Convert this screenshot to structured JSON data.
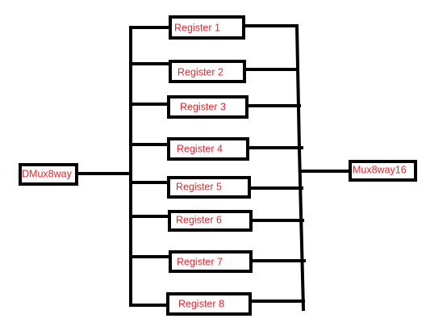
{
  "diagram": {
    "colors": {
      "line": "#000000",
      "label": "#e8242a",
      "background": "#ffffff"
    },
    "left_block": {
      "label": "DMux8way"
    },
    "right_block": {
      "label": "Mux8way16"
    },
    "registers": [
      {
        "label": "Register 1"
      },
      {
        "label": "Register 2"
      },
      {
        "label": "Register  3"
      },
      {
        "label": "Register 4"
      },
      {
        "label": "Register 5"
      },
      {
        "label": "Register 6"
      },
      {
        "label": "Register 7"
      },
      {
        "label": "Register 8"
      }
    ]
  }
}
